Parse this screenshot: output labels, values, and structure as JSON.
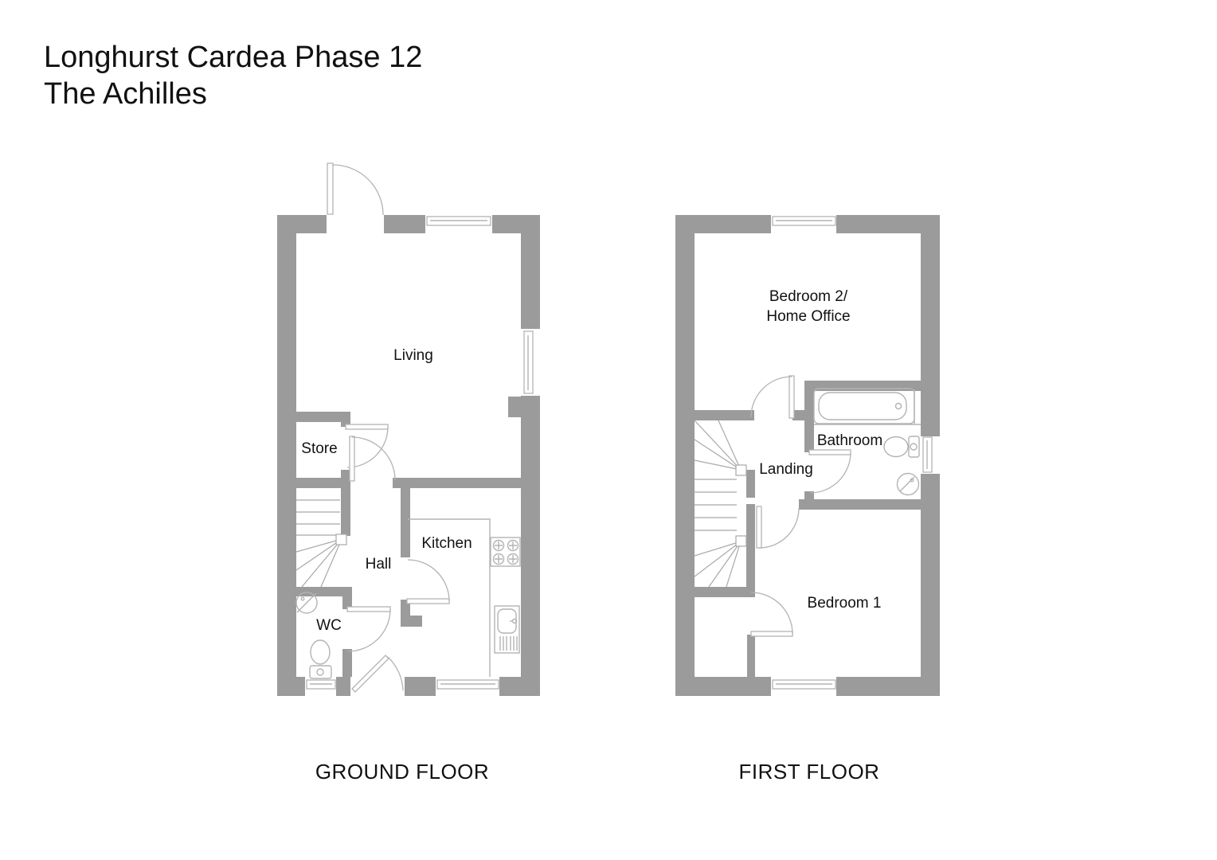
{
  "title": {
    "line1": "Longhurst Cardea Phase 12",
    "line2": "The Achilles"
  },
  "ground_floor": {
    "caption": "GROUND FLOOR",
    "rooms": {
      "living": "Living",
      "store": "Store",
      "hall": "Hall",
      "kitchen": "Kitchen",
      "wc": "WC"
    },
    "fixture_icons": [
      "entrance-door-icon",
      "window-icon",
      "staircase-icon",
      "basin-icon",
      "toilet-icon",
      "hob-icon",
      "sink-drainer-icon",
      "worktop-icon",
      "rear-door-icon"
    ]
  },
  "first_floor": {
    "caption": "FIRST FLOOR",
    "rooms": {
      "bedroom2_line1": "Bedroom 2/",
      "bedroom2_line2": "Home Office",
      "bathroom": "Bathroom",
      "landing": "Landing",
      "bedroom1": "Bedroom 1"
    },
    "fixture_icons": [
      "bathtub-icon",
      "toilet-icon",
      "basin-icon",
      "window-icon",
      "staircase-icon",
      "cupboard-door-icon"
    ]
  },
  "colors": {
    "wall": "#9b9b9b",
    "fixture_line": "#b3b3b3",
    "stair_line": "#a8a8a8",
    "text": "#111111",
    "background": "#ffffff"
  }
}
